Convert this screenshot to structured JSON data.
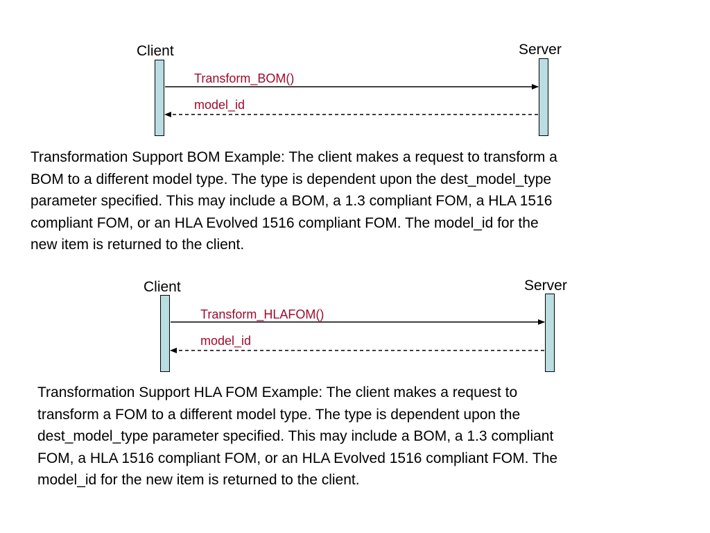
{
  "colors": {
    "lifeline_fill": "#b9dde0",
    "message_text": "#9e0b2e",
    "arrow": "#000000"
  },
  "diagrams": [
    {
      "client_label": "Client",
      "server_label": "Server",
      "request_label": "Transform_BOM()",
      "response_label": "model_id",
      "description": [
        "Transformation Support BOM Example:  The client makes a request to transform a",
        "BOM to a different model type.  The type is dependent upon the dest_model_type",
        "parameter specified.    This may include a BOM, a 1.3 compliant FOM, a HLA 1516",
        "compliant FOM, or an HLA Evolved 1516 compliant FOM.  The model_id for the",
        "new item is returned to the client."
      ]
    },
    {
      "client_label": "Client",
      "server_label": "Server",
      "request_label": "Transform_HLAFOM()",
      "response_label": "model_id",
      "description": [
        "Transformation Support HLA FOM Example:  The client makes a request to",
        "transform a FOM to a different model type.  The type is dependent upon the",
        "dest_model_type parameter specified.    This may include a BOM, a 1.3 compliant",
        "FOM, a HLA 1516 compliant FOM, or an HLA Evolved 1516 compliant FOM.  The",
        "model_id for the new item is returned to the client."
      ]
    }
  ]
}
